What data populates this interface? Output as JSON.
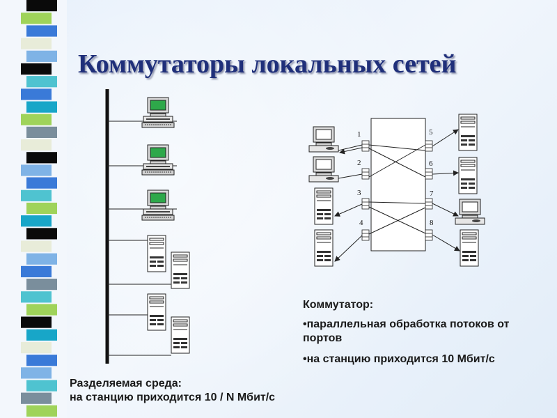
{
  "slide": {
    "title": "Коммутаторы локальных сетей",
    "shared": {
      "line1": "Разделяемая среда:",
      "line2": "на станцию приходится 10 / N Мбит/с"
    },
    "switch_info": {
      "heading": "Коммутатор:",
      "bullet1_line1": "•параллельная обработка потоков от",
      "bullet1_line2": "портов",
      "bullet2": "•на станцию приходится 10  Мбит/с"
    }
  },
  "switch_ports": {
    "left": [
      "1",
      "2",
      "3",
      "4"
    ],
    "right": [
      "5",
      "6",
      "7",
      "8"
    ]
  },
  "colors": {
    "title": "#1f2f7a",
    "stripe_palette": [
      "#0a0a0a",
      "#3a7ad8",
      "#9fd35a",
      "#e8ecd9",
      "#7fb3e6",
      "#4fc3d0",
      "#18a6c8",
      "#7a8e9c"
    ],
    "screen": "#2ea84a"
  }
}
